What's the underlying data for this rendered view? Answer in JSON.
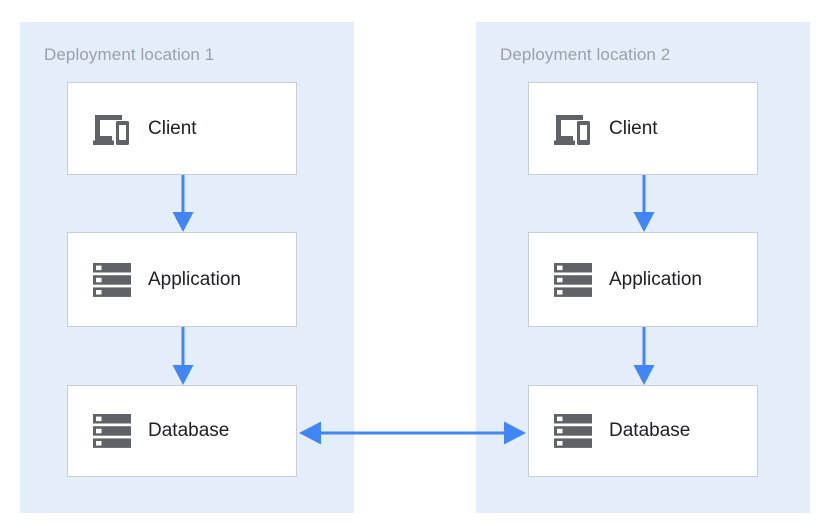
{
  "diagram": {
    "title_hidden": "",
    "colors": {
      "panel_background": "#e4eefb",
      "node_background": "#ffffff",
      "node_border": "#c9ced4",
      "arrow": "#4285f4",
      "icon": "#5f6368",
      "panel_title_text": "#9aa0a6",
      "node_label_text": "#202124",
      "page_background": "#ffffff"
    },
    "panels": [
      {
        "id": "deployment-location-1",
        "title": "Deployment location 1",
        "nodes": [
          {
            "id": "client-1",
            "label": "Client",
            "icon": "client-devices-icon"
          },
          {
            "id": "application-1",
            "label": "Application",
            "icon": "server-stack-icon"
          },
          {
            "id": "database-1",
            "label": "Database",
            "icon": "server-stack-icon"
          }
        ],
        "connectors": [
          {
            "id": "client-1-to-application-1",
            "from": "client-1",
            "to": "application-1",
            "direction": "down"
          },
          {
            "id": "application-1-to-database-1",
            "from": "application-1",
            "to": "database-1",
            "direction": "down"
          }
        ]
      },
      {
        "id": "deployment-location-2",
        "title": "Deployment location 2",
        "nodes": [
          {
            "id": "client-2",
            "label": "Client",
            "icon": "client-devices-icon"
          },
          {
            "id": "application-2",
            "label": "Application",
            "icon": "server-stack-icon"
          },
          {
            "id": "database-2",
            "label": "Database",
            "icon": "server-stack-icon"
          }
        ],
        "connectors": [
          {
            "id": "client-2-to-application-2",
            "from": "client-2",
            "to": "application-2",
            "direction": "down"
          },
          {
            "id": "application-2-to-database-2",
            "from": "application-2",
            "to": "database-2",
            "direction": "down"
          }
        ]
      }
    ],
    "cross_panel_connectors": [
      {
        "id": "database-1-to-database-2",
        "from": "database-1",
        "to": "database-2",
        "direction": "bidirectional"
      }
    ]
  }
}
